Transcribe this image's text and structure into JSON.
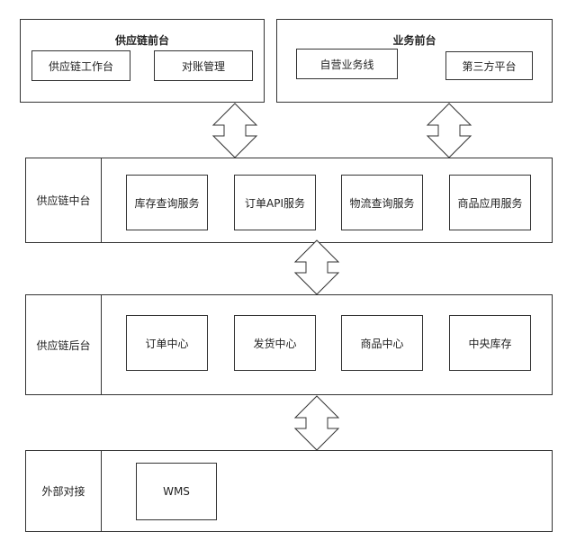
{
  "front_supply": {
    "title": "供应链前台",
    "items": [
      "供应链工作台",
      "对账管理"
    ]
  },
  "front_business": {
    "title": "业务前台",
    "items": [
      "自营业务线",
      "第三方平台"
    ]
  },
  "middle": {
    "label": "供应链中台",
    "items": [
      "库存查询服务",
      "订单API服务",
      "物流查询服务",
      "商品应用服务"
    ]
  },
  "back": {
    "label": "供应链后台",
    "items": [
      "订单中心",
      "发货中心",
      "商品中心",
      "中央库存"
    ]
  },
  "external": {
    "label": "外部对接",
    "items": [
      "WMS"
    ]
  }
}
